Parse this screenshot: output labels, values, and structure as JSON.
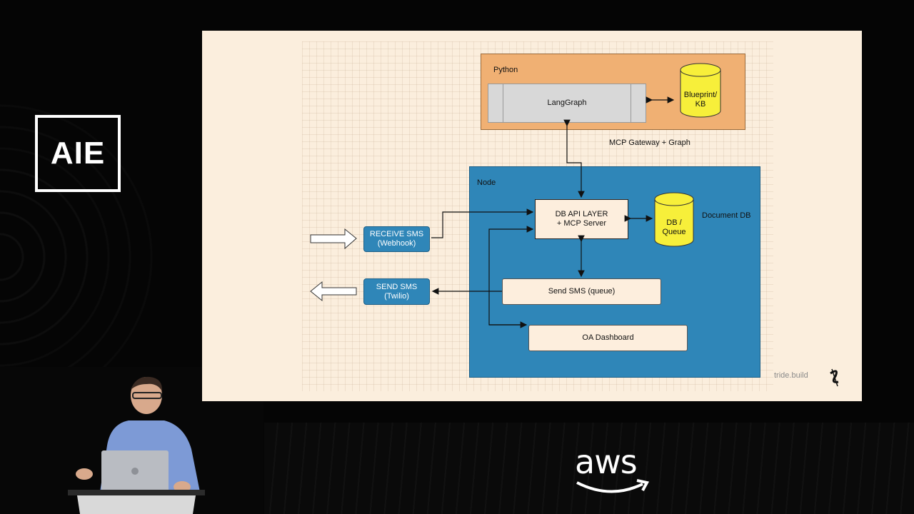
{
  "logo": {
    "text": "AIE"
  },
  "sponsor": {
    "text": "aws"
  },
  "slide": {
    "brand": "tride.build",
    "diagram": {
      "python_group": "Python",
      "langgraph": "LangGraph",
      "blueprint_db": [
        "Blueprint/",
        "KB"
      ],
      "mcp_gateway_label": "MCP Gateway + Graph",
      "node_group": "Node",
      "db_api": [
        "DB API LAYER",
        "+ MCP Server"
      ],
      "queue_db": [
        "DB /",
        "Queue"
      ],
      "document_db_label": "Document DB",
      "receive_sms": [
        "RECEIVE SMS",
        "(Webhook)"
      ],
      "send_sms": [
        "SEND SMS",
        "(Twilio)"
      ],
      "send_queue": "Send SMS (queue)",
      "oa_dashboard": "OA Dashboard"
    }
  },
  "colors": {
    "slide_bg": "#fbeedd",
    "python_group": "#f0b073",
    "node_group": "#2f86b8",
    "database": "#f7ef3a",
    "sms_boxes": "#2f86b8"
  }
}
